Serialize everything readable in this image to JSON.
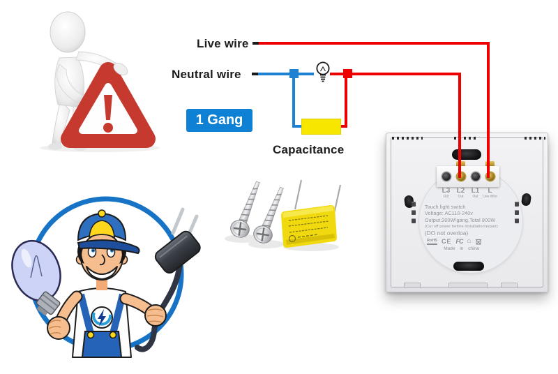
{
  "colors": {
    "wire_red": "#ee0000",
    "wire_blue": "#1e82d4",
    "wire_dark": "#1b1b1b",
    "gang_blue": "#0f81d5",
    "capacitor_yellow": "#f7e600",
    "triangle_red": "#c6392f",
    "mascot_blue": "#1673c5"
  },
  "diagram": {
    "live_wire_label": "Live wire",
    "neutral_wire_label": "Neutral wire",
    "gang_badge": "1 Gang",
    "capacitance_label": "Capacitance"
  },
  "switch_panel": {
    "terminals": [
      {
        "label": "L3",
        "sub": "Out"
      },
      {
        "label": "L2",
        "sub": "Out"
      },
      {
        "label": "L1",
        "sub": "Out"
      },
      {
        "label": "L",
        "sub": "Live Wire"
      }
    ],
    "spec_lines": [
      "Touch light switch",
      "Voltage: AC110-240v",
      "Output:300W\\gang,Total 800W",
      "(Cut off power before installation\\repair)",
      "(DO not overloa)"
    ],
    "cert_marks": {
      "rohs": "RoHS",
      "ce": "CE",
      "fcc": "FC"
    },
    "made_in": "Made in china"
  }
}
